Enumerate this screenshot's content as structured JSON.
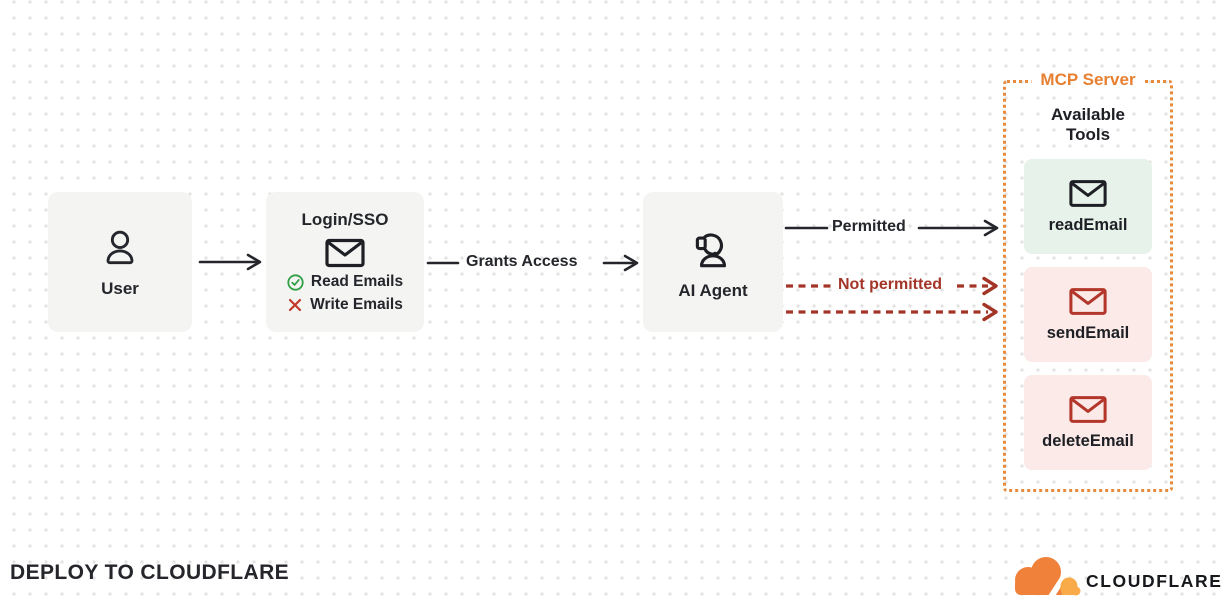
{
  "colors": {
    "node_bg": "#f4f4f3",
    "accent_orange": "#e78a3c",
    "permitted_green": "#2f9e44",
    "denied_red": "#a33528",
    "tool_green_bg": "#e7f3ea",
    "tool_pink_bg": "#fbeae8",
    "text_dark": "#24262b"
  },
  "nodes": {
    "user": {
      "label": "User"
    },
    "login": {
      "title": "Login/SSO",
      "permissions": [
        {
          "label": "Read Emails",
          "allowed": true,
          "icon": "check-circle-icon"
        },
        {
          "label": "Write Emails",
          "allowed": false,
          "icon": "x-mark-icon"
        }
      ]
    },
    "agent": {
      "label": "AI Agent"
    }
  },
  "connectors": {
    "grants_access": "Grants Access",
    "permitted": "Permitted",
    "not_permitted": "Not permitted"
  },
  "mcp_server": {
    "title": "MCP Server",
    "subtitle": "Available Tools",
    "tools": [
      {
        "name": "readEmail",
        "status": "permitted"
      },
      {
        "name": "sendEmail",
        "status": "not-permitted"
      },
      {
        "name": "deleteEmail",
        "status": "not-permitted"
      }
    ]
  },
  "footer": {
    "caption": "DEPLOY TO CLOUDFLARE",
    "brand": "CLOUDFLARE"
  }
}
